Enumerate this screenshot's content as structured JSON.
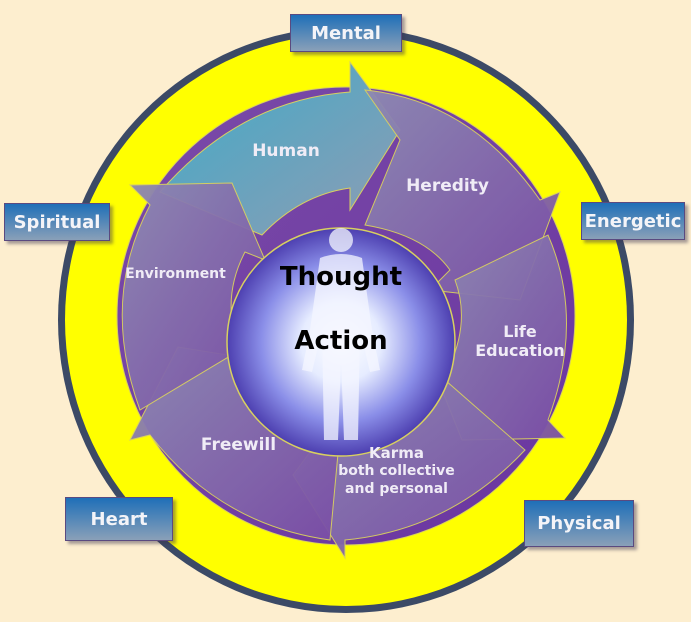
{
  "title": "Thought Action cycle diagram",
  "center": {
    "line1": "Thought",
    "line2": "Action"
  },
  "outer_labels": {
    "mental": "Mental",
    "spiritual": "Spiritual",
    "energetic": "Energetic",
    "heart": "Heart",
    "physical": "Physical"
  },
  "cycle_arrows": [
    {
      "label": "Human"
    },
    {
      "label": "Heredity"
    },
    {
      "label": "Life",
      "label2": "Education"
    },
    {
      "label": "Karma",
      "label2": "both collective",
      "label3": "and personal"
    },
    {
      "label": "Freewill"
    },
    {
      "label": "Environment"
    }
  ],
  "colors": {
    "background": "#fdeecf",
    "ring": "#ffff00",
    "ring_border": "#3c4a66",
    "inner_disk": "#6e3aa0",
    "human_arrow": "#4aa6c4",
    "box_top": "#1f6fb8",
    "box_bottom": "#8aa0b8"
  }
}
